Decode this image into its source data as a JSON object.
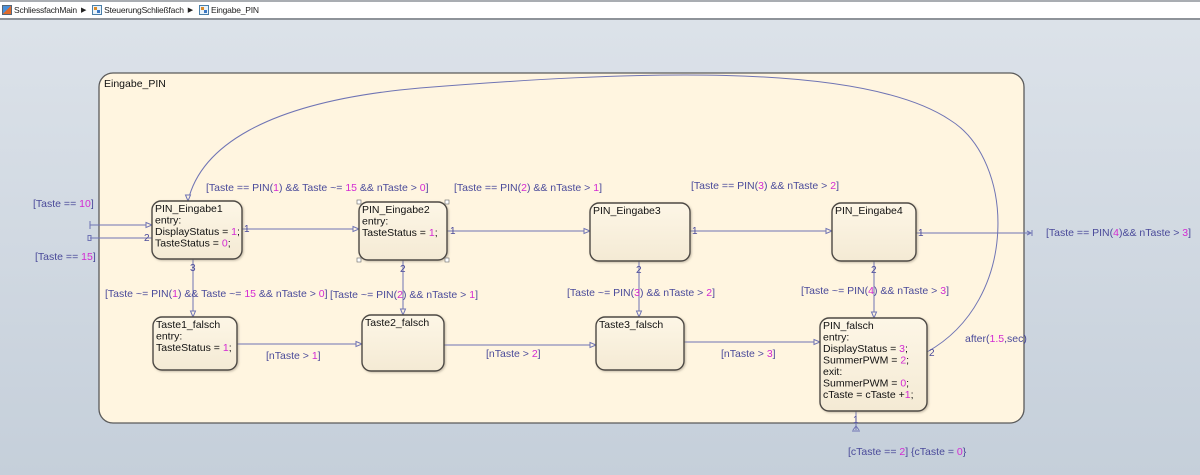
{
  "breadcrumb": [
    {
      "label": "SchliessfachMain",
      "icon": "model-icon"
    },
    {
      "label": "SteuerungSchließfach",
      "icon": "chart-icon"
    },
    {
      "label": "Eingabe_PIN",
      "icon": "chart-icon"
    }
  ],
  "superstate": {
    "name": "Eingabe_PIN"
  },
  "states": [
    {
      "id": "PIN_Eingabe1",
      "lines": [
        [
          "PIN_Eingabe1"
        ],
        [
          "entry:"
        ],
        [
          "DisplayStatus = ",
          {
            "n": "1"
          },
          ";"
        ],
        [
          "TasteStatus = ",
          {
            "n": "0"
          },
          ";"
        ]
      ]
    },
    {
      "id": "PIN_Eingabe2",
      "lines": [
        [
          "PIN_Eingabe2"
        ],
        [
          "entry:"
        ],
        [
          "TasteStatus = ",
          {
            "n": "1"
          },
          ";"
        ]
      ]
    },
    {
      "id": "PIN_Eingabe3",
      "lines": [
        [
          "PIN_Eingabe3"
        ]
      ]
    },
    {
      "id": "PIN_Eingabe4",
      "lines": [
        [
          "PIN_Eingabe4"
        ]
      ]
    },
    {
      "id": "Taste1_falsch",
      "lines": [
        [
          "Taste1_falsch"
        ],
        [
          "entry:"
        ],
        [
          "TasteStatus = ",
          {
            "n": "1"
          },
          ";"
        ]
      ]
    },
    {
      "id": "Taste2_falsch",
      "lines": [
        [
          "Taste2_falsch"
        ]
      ]
    },
    {
      "id": "Taste3_falsch",
      "lines": [
        [
          "Taste3_falsch"
        ]
      ]
    },
    {
      "id": "PIN_falsch",
      "lines": [
        [
          "PIN_falsch"
        ],
        [
          "entry:"
        ],
        [
          "DisplayStatus = ",
          {
            "n": "3"
          },
          ";"
        ],
        [
          "SummerPWM = ",
          {
            "n": "2"
          },
          ";"
        ],
        [
          "exit:"
        ],
        [
          "SummerPWM = ",
          {
            "n": "0"
          },
          ";"
        ],
        [
          "cTaste = cTaste +",
          {
            "n": "1"
          },
          ";"
        ]
      ]
    }
  ],
  "transitions": [
    {
      "id": "entry-taste10",
      "label": [
        "[Taste == ",
        {
          "n": "10"
        },
        "]"
      ]
    },
    {
      "id": "entry-taste15",
      "port": "2",
      "label": [
        "[Taste == ",
        {
          "n": "15"
        },
        "]"
      ]
    },
    {
      "id": "e1-to-e2",
      "port": "1",
      "label": [
        "[Taste == PIN(",
        {
          "n": "1"
        },
        ") && Taste ~= ",
        {
          "n": "15"
        },
        " && nTaste > ",
        {
          "n": "0"
        },
        "]"
      ]
    },
    {
      "id": "e2-to-e3",
      "port": "1",
      "label": [
        "[Taste == PIN(",
        {
          "n": "2"
        },
        ") && nTaste > ",
        {
          "n": "1"
        },
        "]"
      ]
    },
    {
      "id": "e3-to-e4",
      "port": "1",
      "label": [
        "[Taste == PIN(",
        {
          "n": "3"
        },
        ") && nTaste > ",
        {
          "n": "2"
        },
        "]"
      ]
    },
    {
      "id": "e4-exit",
      "port": "1",
      "label": [
        "[Taste == PIN(",
        {
          "n": "4"
        },
        ")&& nTaste > ",
        {
          "n": "3"
        },
        "]"
      ]
    },
    {
      "id": "e1-to-t1",
      "port": "3",
      "label": [
        "[Taste ~= PIN(",
        {
          "n": "1"
        },
        ") && Taste ~= ",
        {
          "n": "15"
        },
        " && nTaste > ",
        {
          "n": "0"
        },
        "]"
      ]
    },
    {
      "id": "e2-to-t2",
      "port": "2",
      "label": [
        "[Taste ~= PIN(",
        {
          "n": "2"
        },
        ") && nTaste > ",
        {
          "n": "1"
        },
        "]"
      ]
    },
    {
      "id": "e3-to-t3",
      "port": "2",
      "label": [
        "[Taste ~= PIN(",
        {
          "n": "3"
        },
        ") && nTaste > ",
        {
          "n": "2"
        },
        "]"
      ]
    },
    {
      "id": "e4-to-falsch",
      "port": "2",
      "label": [
        "[Taste ~= PIN(",
        {
          "n": "4"
        },
        ") && nTaste > ",
        {
          "n": "3"
        },
        "]"
      ]
    },
    {
      "id": "t1-to-t2",
      "label": [
        "[nTaste > ",
        {
          "n": "1"
        },
        "]"
      ]
    },
    {
      "id": "t2-to-t3",
      "label": [
        "[nTaste > ",
        {
          "n": "2"
        },
        "]"
      ]
    },
    {
      "id": "t3-to-falsch",
      "label": [
        "[nTaste > ",
        {
          "n": "3"
        },
        "]"
      ]
    },
    {
      "id": "falsch-after",
      "port": "2",
      "label": [
        "after(",
        {
          "n": "1.5"
        },
        ",sec)"
      ]
    },
    {
      "id": "falsch-exit",
      "port": "1",
      "label": [
        "[cTaste == ",
        {
          "n": "2"
        },
        "] {cTaste = ",
        {
          "n": "0"
        },
        "}"
      ]
    }
  ],
  "colors": {
    "transition": "#6f74b4",
    "label": "#4a4a9a",
    "number": "#d32ad3",
    "state_fill": "#fdf5e2",
    "superstate_fill": "#fff5e0"
  }
}
